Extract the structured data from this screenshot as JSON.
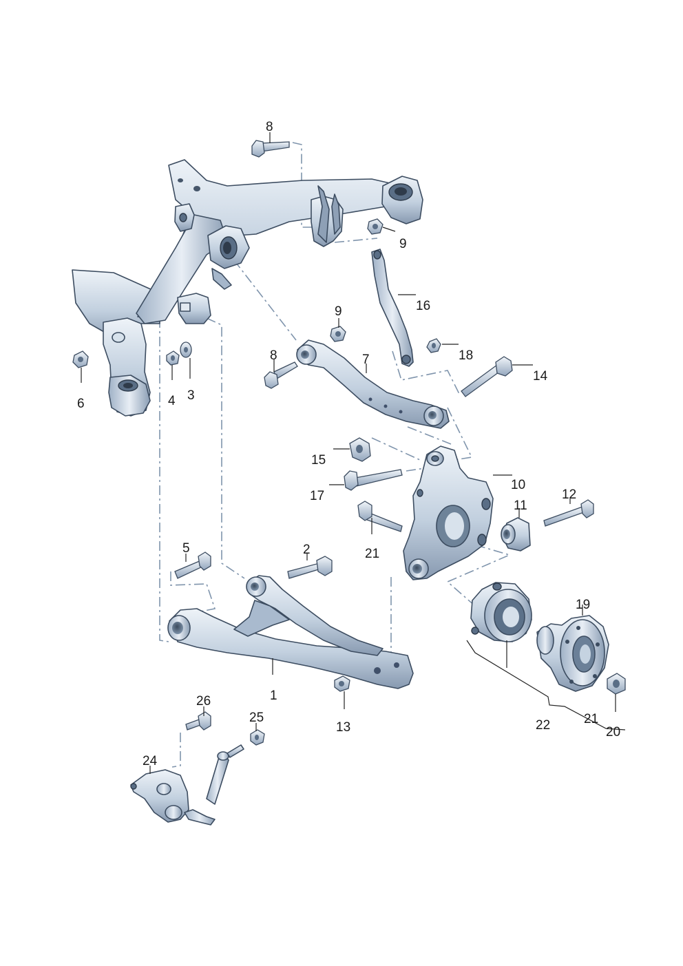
{
  "diagram": {
    "type": "exploded parts diagram",
    "callouts": [
      {
        "id": "c8a",
        "text": "8"
      },
      {
        "id": "c9a",
        "text": "9"
      },
      {
        "id": "c16",
        "text": "16"
      },
      {
        "id": "c9b",
        "text": "9"
      },
      {
        "id": "c7",
        "text": "7"
      },
      {
        "id": "c8b",
        "text": "8"
      },
      {
        "id": "c18",
        "text": "18"
      },
      {
        "id": "c14",
        "text": "14"
      },
      {
        "id": "c6",
        "text": "6"
      },
      {
        "id": "c4",
        "text": "4"
      },
      {
        "id": "c3",
        "text": "3"
      },
      {
        "id": "c15",
        "text": "15"
      },
      {
        "id": "c10",
        "text": "10"
      },
      {
        "id": "c17",
        "text": "17"
      },
      {
        "id": "c11",
        "text": "11"
      },
      {
        "id": "c12",
        "text": "12"
      },
      {
        "id": "c21a",
        "text": "21"
      },
      {
        "id": "c5",
        "text": "5"
      },
      {
        "id": "c2",
        "text": "2"
      },
      {
        "id": "c19",
        "text": "19"
      },
      {
        "id": "c1",
        "text": "1"
      },
      {
        "id": "c13",
        "text": "13"
      },
      {
        "id": "c26",
        "text": "26"
      },
      {
        "id": "c25",
        "text": "25"
      },
      {
        "id": "c22",
        "text": "22"
      },
      {
        "id": "c21b",
        "text": "21"
      },
      {
        "id": "c20",
        "text": "20"
      },
      {
        "id": "c24",
        "text": "24"
      }
    ]
  },
  "colors": {
    "part_light": "#e6edf4",
    "part_mid": "#b4c4d6",
    "part_dark": "#6f849c",
    "outline": "#3c4c60",
    "dash_line": "#7f94ac",
    "text": "#1a1a1a"
  }
}
